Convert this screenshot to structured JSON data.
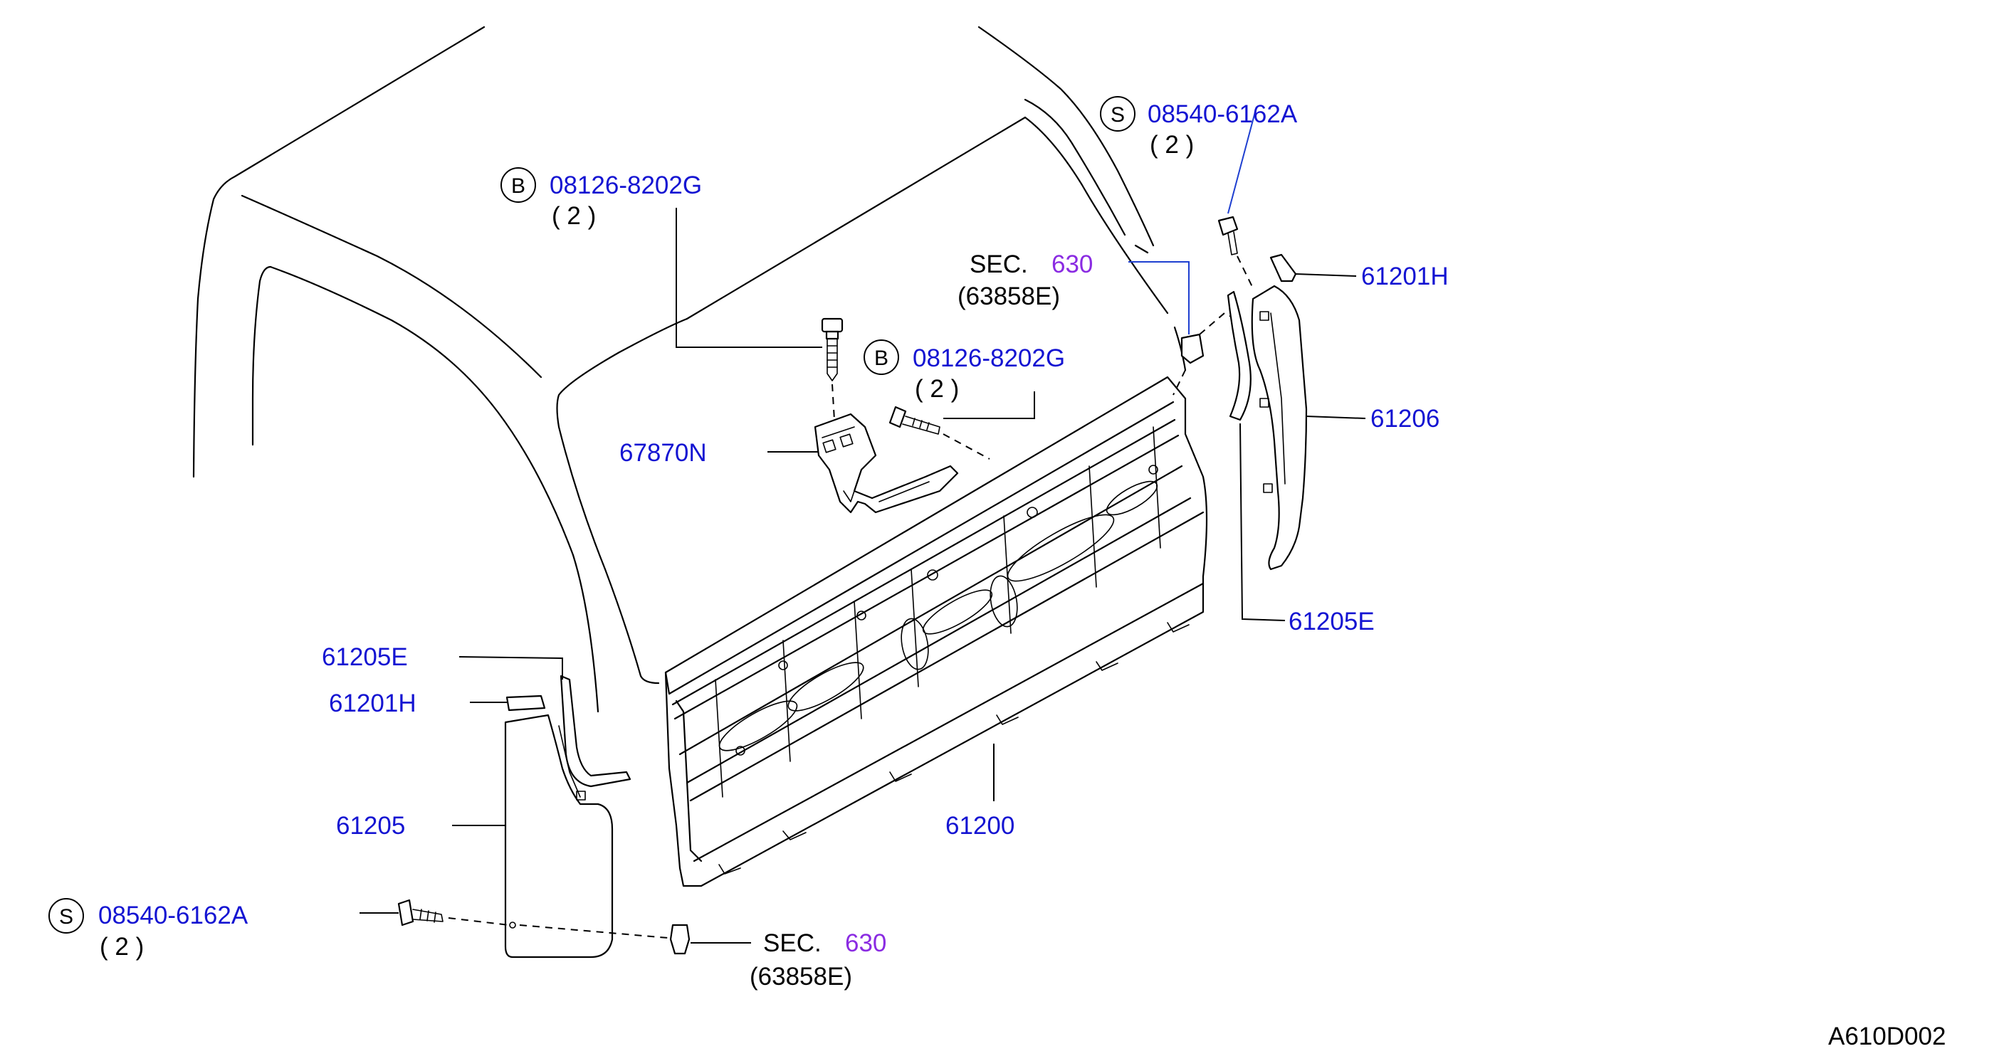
{
  "diagram_id": "A610D002",
  "labels": {
    "bolt_top_code": "08126-8202G",
    "bolt_top_qty": "( 2 )",
    "bolt_top_symbol": "B",
    "bolt_mid_code": "08126-8202G",
    "bolt_mid_qty": "( 2 )",
    "bolt_mid_symbol": "B",
    "screw_top_code": "08540-6162A",
    "screw_top_qty": "( 2 )",
    "screw_top_symbol": "S",
    "screw_bottom_code": "08540-6162A",
    "screw_bottom_qty": "( 2 )",
    "screw_bottom_symbol": "S",
    "sec_top_prefix": "SEC.",
    "sec_top_number": "630",
    "sec_top_sub": "(63858E)",
    "sec_bottom_prefix": "SEC.",
    "sec_bottom_number": "630",
    "sec_bottom_sub": "(63858E)",
    "p61201h_right": "61201H",
    "p61206": "61206",
    "p61205e_right": "61205E",
    "p67870n": "67870N",
    "p61205e_left": "61205E",
    "p61201h_left": "61201H",
    "p61205": "61205",
    "p61200": "61200"
  },
  "colors": {
    "part_number": "#1414d2",
    "sec_number": "#8a2be2",
    "text": "#000000",
    "line": "#000000",
    "leader_blue": "#1e3fd0"
  }
}
